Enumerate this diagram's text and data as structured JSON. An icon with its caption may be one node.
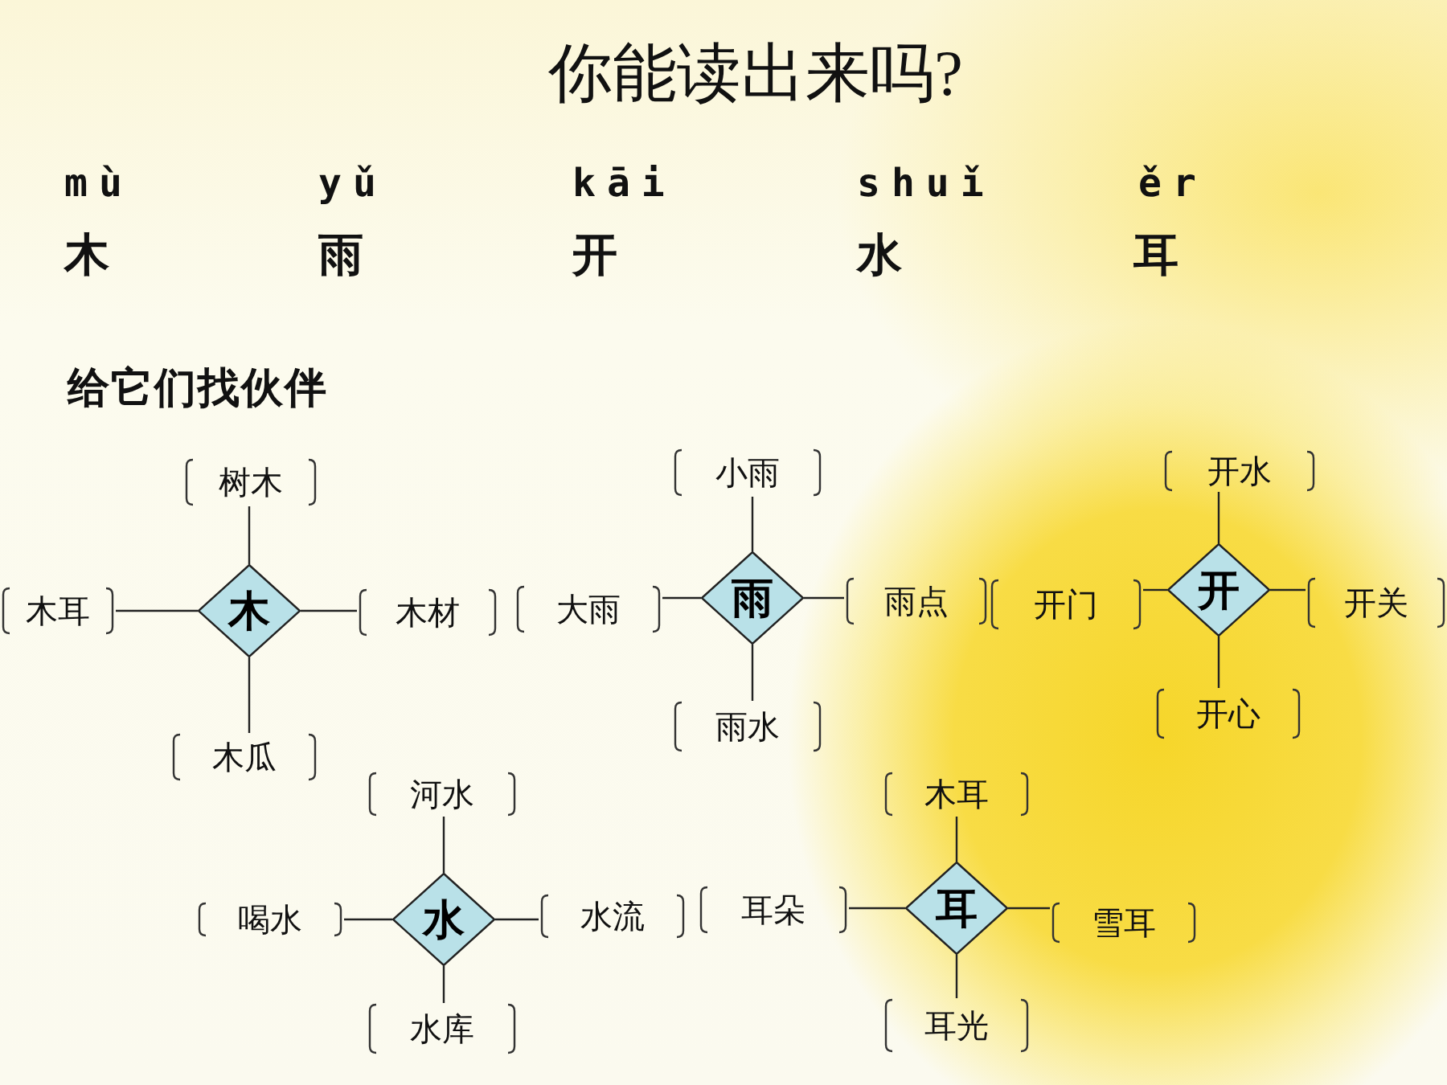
{
  "diagram": {
    "title": "你能读出来吗?",
    "nodes": [
      {
        "text": [
          "木"
        ]
      },
      {
        "text": [
          "树木"
        ]
      },
      {
        "text": [
          "木耳"
        ]
      },
      {
        "text": [
          "木材"
        ]
      },
      {
        "text": [
          "木瓜"
        ]
      },
      {
        "text": [
          "雨"
        ]
      },
      {
        "text": [
          "小雨"
        ]
      },
      {
        "text": [
          "大雨"
        ]
      },
      {
        "text": [
          "雨点"
        ]
      },
      {
        "text": [
          "雨水"
        ]
      },
      {
        "text": [
          "开"
        ]
      },
      {
        "text": [
          "开水"
        ]
      },
      {
        "text": [
          "开门"
        ]
      },
      {
        "text": [
          "开关"
        ]
      },
      {
        "text": [
          "开心"
        ]
      },
      {
        "text": [
          "水"
        ]
      },
      {
        "text": [
          "河水"
        ]
      },
      {
        "text": [
          "喝水"
        ]
      },
      {
        "text": [
          "水流"
        ]
      },
      {
        "text": [
          "水库"
        ]
      },
      {
        "text": [
          "耳"
        ]
      },
      {
        "text": [
          "木耳"
        ]
      },
      {
        "text": [
          "耳朵"
        ]
      },
      {
        "text": [
          "雪耳"
        ]
      },
      {
        "text": [
          "耳光"
        ]
      }
    ],
    "edges": [
      {
        "from": 0,
        "to": 1,
        "arrow": "none"
      },
      {
        "from": 0,
        "to": 2,
        "arrow": "none"
      },
      {
        "from": 0,
        "to": 3,
        "arrow": "none"
      },
      {
        "from": 0,
        "to": 4,
        "arrow": "none"
      },
      {
        "from": 5,
        "to": 6,
        "arrow": "none"
      },
      {
        "from": 5,
        "to": 7,
        "arrow": "none"
      },
      {
        "from": 5,
        "to": 8,
        "arrow": "none"
      },
      {
        "from": 5,
        "to": 9,
        "arrow": "none"
      },
      {
        "from": 10,
        "to": 11,
        "arrow": "none"
      },
      {
        "from": 10,
        "to": 12,
        "arrow": "none"
      },
      {
        "from": 10,
        "to": 13,
        "arrow": "none"
      },
      {
        "from": 10,
        "to": 14,
        "arrow": "none"
      },
      {
        "from": 15,
        "to": 16,
        "arrow": "none"
      },
      {
        "from": 15,
        "to": 17,
        "arrow": "none"
      },
      {
        "from": 15,
        "to": 18,
        "arrow": "none"
      },
      {
        "from": 15,
        "to": 19,
        "arrow": "none"
      },
      {
        "from": 20,
        "to": 21,
        "arrow": "none"
      },
      {
        "from": 20,
        "to": 22,
        "arrow": "none"
      },
      {
        "from": 20,
        "to": 23,
        "arrow": "none"
      },
      {
        "from": 20,
        "to": 24,
        "arrow": "none"
      }
    ],
    "labels": [
      "mù",
      "yǔ",
      "kāi",
      "shuǐ",
      "ěr",
      "木",
      "雨",
      "开",
      "水",
      "耳",
      "给它们找伙伴"
    ]
  }
}
